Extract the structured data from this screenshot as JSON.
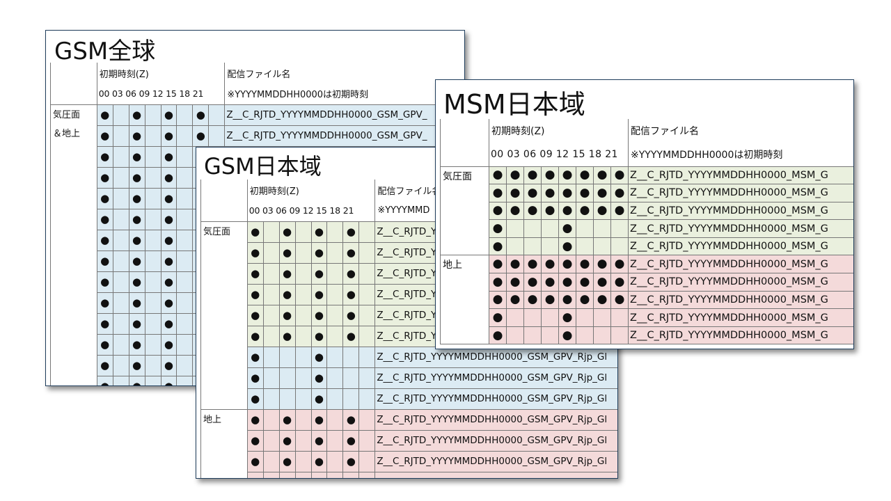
{
  "gsm_global": {
    "title": "GSM全球",
    "header_init": "初期時刻(Z)",
    "header_file": "配信ファイル名",
    "hours": "00 03 06 09 12 15 18 21",
    "file_note": "※YYYYMMDDHH0000は初期時刻",
    "category": [
      "気圧面",
      "＆地上"
    ],
    "rows": [
      {
        "file": "Z__C_RJTD_YYYYMMDDHH0000_GSM_GPV_"
      },
      {
        "file": "Z__C_RJTD_YYYYMMDDHH0000_GSM_GPV_"
      }
    ]
  },
  "gsm_japan": {
    "title": "GSM日本域",
    "header_init": "初期時刻(Z)",
    "header_file": "配信ファイル名",
    "hours": "00 03 06 09 12 15 18 21",
    "file_note": "※YYYYMMD",
    "cat_pressure": "気圧面",
    "cat_surface": "地上",
    "file_short": "Z__C_RJTD_Y",
    "file_long": "Z__C_RJTD_YYYYMMDDHH0000_GSM_GPV_Rjp_Gl"
  },
  "msm_japan": {
    "title": "MSM日本域",
    "header_init": "初期時刻(Z)",
    "header_file": "配信ファイル名",
    "hours": "00 03 06 09 12 15 18 21",
    "file_note": "※YYYYMMDDHH0000は初期時刻",
    "cat_pressure": "気圧面",
    "cat_surface": "地上",
    "file": "Z__C_RJTD_YYYYMMDDHH0000_MSM_G"
  },
  "colors": {
    "blue": "#dcebf3",
    "green": "#eaf0de",
    "red": "#f4dada",
    "border": "#1f3d5c"
  },
  "dot_glyph": "●"
}
